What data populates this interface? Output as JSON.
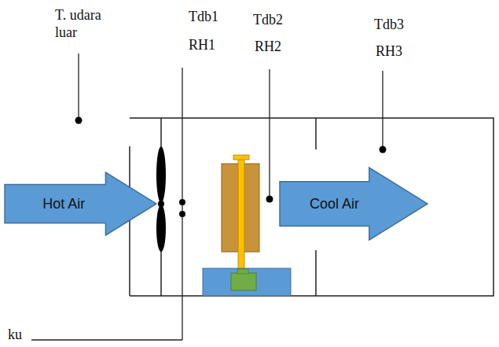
{
  "diagram": {
    "nodes": [
      {
        "text": [
          "Hot Air"
        ]
      },
      {
        "text": [
          "Cool Air"
        ]
      }
    ],
    "labels": [
      "T. udara luar",
      "Tdb1",
      "RH1",
      "Tdb2",
      "RH2",
      "Tdb3",
      "RH3",
      "ku"
    ]
  }
}
